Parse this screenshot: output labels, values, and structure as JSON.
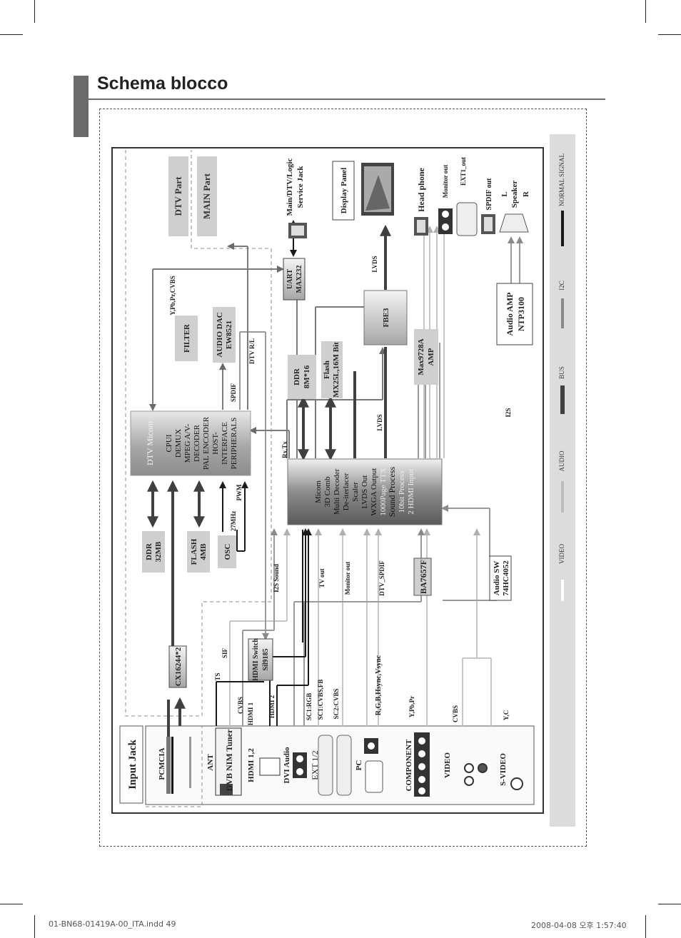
{
  "page": {
    "title": "Schema blocco",
    "footer_left": "01-BN68-01419A-00_ITA.indd   49",
    "footer_right": "2008-04-08   오후 1:57:40"
  },
  "diagram": {
    "sections": {
      "input_jack": "Input Jack",
      "dtv_part": "DTV Part",
      "main_part": "MAIN Part"
    },
    "inputs": {
      "pcmcia": "PCMCIA",
      "ant": "ANT",
      "tuner": "DVB NIM Tuner",
      "hdmi12": "HDMI 1,2",
      "dvi_audio": "DVI Audio",
      "ext12": "EXT 1/2",
      "pc": "PC",
      "component": "COMPONENT",
      "video": "VIDEO",
      "svideo": "S-VIDEO"
    },
    "blocks": {
      "cx": "CX16244*2",
      "hdmi_switch_1": "HDMI Switch",
      "hdmi_switch_2": "Sil9185",
      "ddr32_1": "DDR",
      "ddr32_2": "32MB",
      "flash4_1": "FLASH",
      "flash4_2": "4MB",
      "osc": "OSC",
      "filter": "FILTER",
      "audio_dac_1": "AUDIO DAC",
      "audio_dac_2": "EW8521",
      "ddr8_1": "DDR",
      "ddr8_2": "8M*16",
      "flash16_1": "Flash",
      "flash16_2": "MX25L,16M Bit",
      "uart_1": "UART",
      "uart_2": "MAX232",
      "fbe3": "FBE3",
      "max_1": "Max9728A",
      "max_2": "AMP",
      "audio_amp_1": "Audio AMP",
      "audio_amp_2": "NTP3100",
      "audio_sw_1": "Audio SW",
      "audio_sw_2": "74HC4052",
      "ba": "BA7657F",
      "display_panel": "Display Panel"
    },
    "dtv_micom": [
      "DTV Micom",
      "CPUI",
      "DEMUX",
      "MPEG A/V-",
      "DECODER",
      "PAL ENCODER",
      "HOST-",
      "INTERFACE",
      "PERIPHERALS"
    ],
    "main_micom": [
      "Micom",
      "3D Comb",
      "Multi Decoder",
      "De-iterlacer",
      "Scaler",
      "LVDS Out",
      "WXGA Output",
      "1000Page TTX",
      "Sound Process",
      "10bit Process",
      "2 HDMI Input"
    ],
    "outputs": {
      "service_1": "Main/DTV/Logic",
      "service_2": "Service Jack",
      "head_phone": "Head phone",
      "monitor_out": "Monitor out",
      "ext1_out": "EXT1_out",
      "spdif_out": "SPDIF out",
      "spk_l": "L",
      "spk_name": "Speaker",
      "spk_r": "R"
    },
    "signals": {
      "ts": "TS",
      "sif": "SIF",
      "cvbs": "CVBS",
      "hdmi1": "HDMI 1",
      "hdmi2": "HDMI 2",
      "sc1_rgb": "SC1:RGB",
      "sc1_cvbs_fb": "SC1:CVBS,FB",
      "sc2_cvbs": "SC2:CVBS",
      "rgb_sync": "R,G,B,Hsync,Vsync",
      "ypbpr": "Y,Pb,Pr",
      "cvbs2": "CVBS",
      "yc": "Y,C",
      "i2s_sound": "I2S Sound",
      "tv_out": "TV out",
      "monitor_out": "Monitor out",
      "dtv_spdif": "DTV_SPDIF",
      "mhz27": "27MHz",
      "pwm": "PWM",
      "spdif": "SPDIF",
      "dtv_rl": "DTV R/L",
      "ypbpr_cvbs": "Y,Pb,Pr,CVBS",
      "rx_tx": "Rx,Tx",
      "lvds1": "LVDS",
      "lvds2": "LVDS",
      "i2s": "I2S"
    },
    "legend": [
      "VIDEO",
      "AUDIO",
      "BUS",
      "I2C",
      "NORMAL SIGNAL"
    ]
  },
  "colors": {
    "video": "#c6c6c6",
    "audio": "#9a9a9a",
    "bus": "#404040",
    "i2c": "#7a7a7a",
    "normal": "#1a1a1a",
    "label_fill": "#cfcfcf"
  }
}
